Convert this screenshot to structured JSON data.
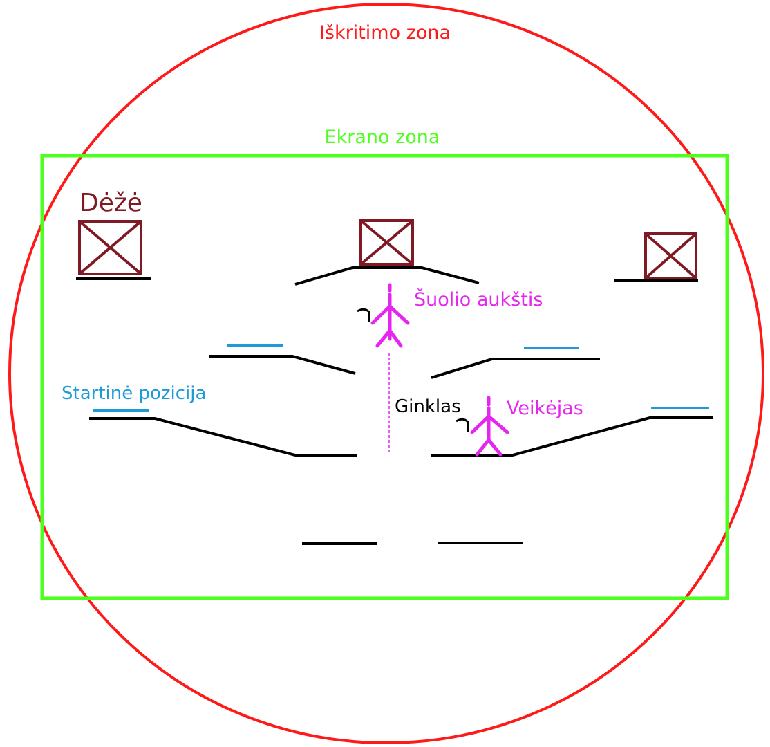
{
  "labels": {
    "fall_zone": "Iškritimo zona",
    "screen_zone": "Ekrano zona",
    "box": "Dėžė",
    "jump_height": "Šuolio aukštis",
    "start_position": "Startinė pozicija",
    "weapon": "Ginklas",
    "character": "Veikėjas"
  },
  "colors": {
    "fall_zone": "#ff1a1a",
    "screen_zone": "#4cff1c",
    "box": "#7f1a24",
    "character": "#e626f0",
    "start_marker": "#1e9ad6",
    "platform": "#000000",
    "weapon": "#000000"
  }
}
